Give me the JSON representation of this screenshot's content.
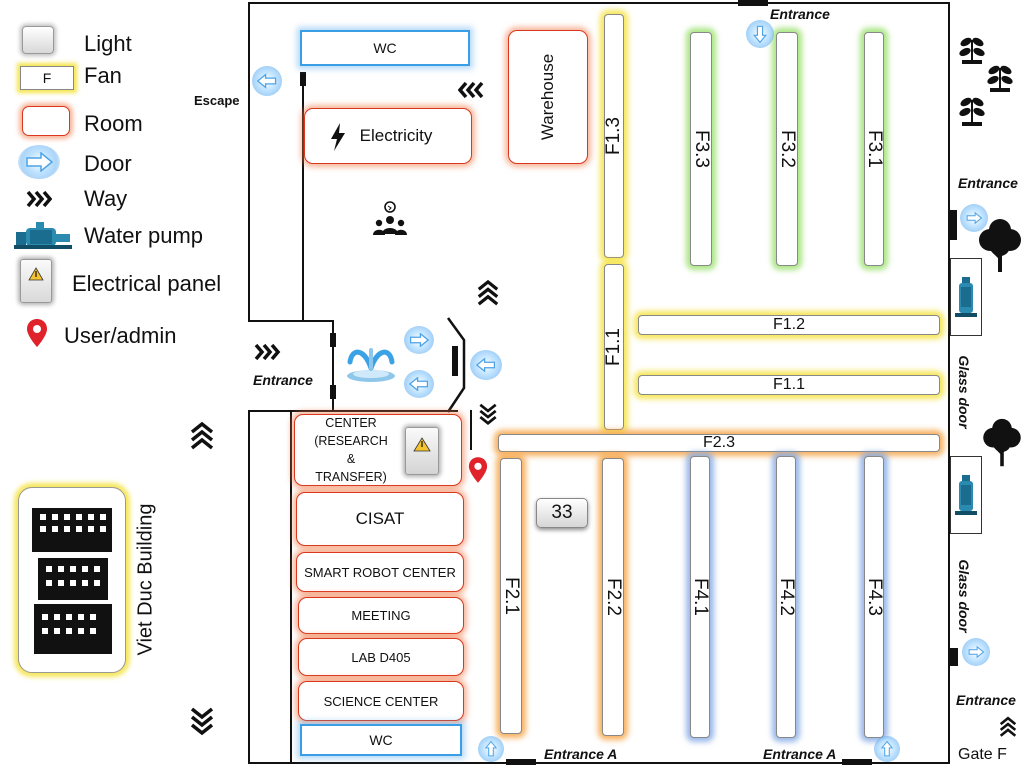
{
  "legend": {
    "light": "Light",
    "fan_symbol": "F",
    "fan": "Fan",
    "room": "Room",
    "door": "Door",
    "way": "Way",
    "water_pump": "Water pump",
    "electrical_panel": "Electrical panel",
    "user_admin": "User/admin"
  },
  "building": {
    "name": "Viet Duc Building"
  },
  "rooms": {
    "wc_top": "WC",
    "electricity": "Electricity",
    "warehouse": "Warehouse",
    "center_line1": "CENTER",
    "center_line2": "(RESEARCH",
    "center_line3": "&",
    "center_line4": "TRANSFER)",
    "cisat": "CISAT",
    "smart_robot": "SMART ROBOT CENTER",
    "meeting": "MEETING",
    "lab": "LAB D405",
    "science": "SCIENCE CENTER",
    "wc_bottom": "WC"
  },
  "fans": {
    "f13": "F1.3",
    "f33": "F3.3",
    "f32": "F3.2",
    "f31": "F3.1",
    "f11v": "F1.1",
    "f12": "F1.2",
    "f11h": "F1.1",
    "f23": "F2.3",
    "f21": "F2.1",
    "f22": "F2.2",
    "f41": "F4.1",
    "f42": "F4.2",
    "f43": "F4.3"
  },
  "count_badge": "33",
  "labels": {
    "escape": "Escape",
    "entrance_top": "Entrance",
    "entrance_right": "Entrance",
    "entrance_left": "Entrance",
    "glass_door_1": "Glass door",
    "glass_door_2": "Glass door",
    "entrance_bottom_right": "Entrance",
    "entrance_a_1": "Entrance A",
    "entrance_a_2": "Entrance A",
    "gate": "Gate F"
  },
  "colors": {
    "light_glow": "#f4e23c",
    "room_glow": "#f0784a",
    "door_glow": "#5aaaf0",
    "fan_green": "#8cdc5a",
    "fan_blue": "#78a0e1",
    "pin": "#e0222a"
  }
}
